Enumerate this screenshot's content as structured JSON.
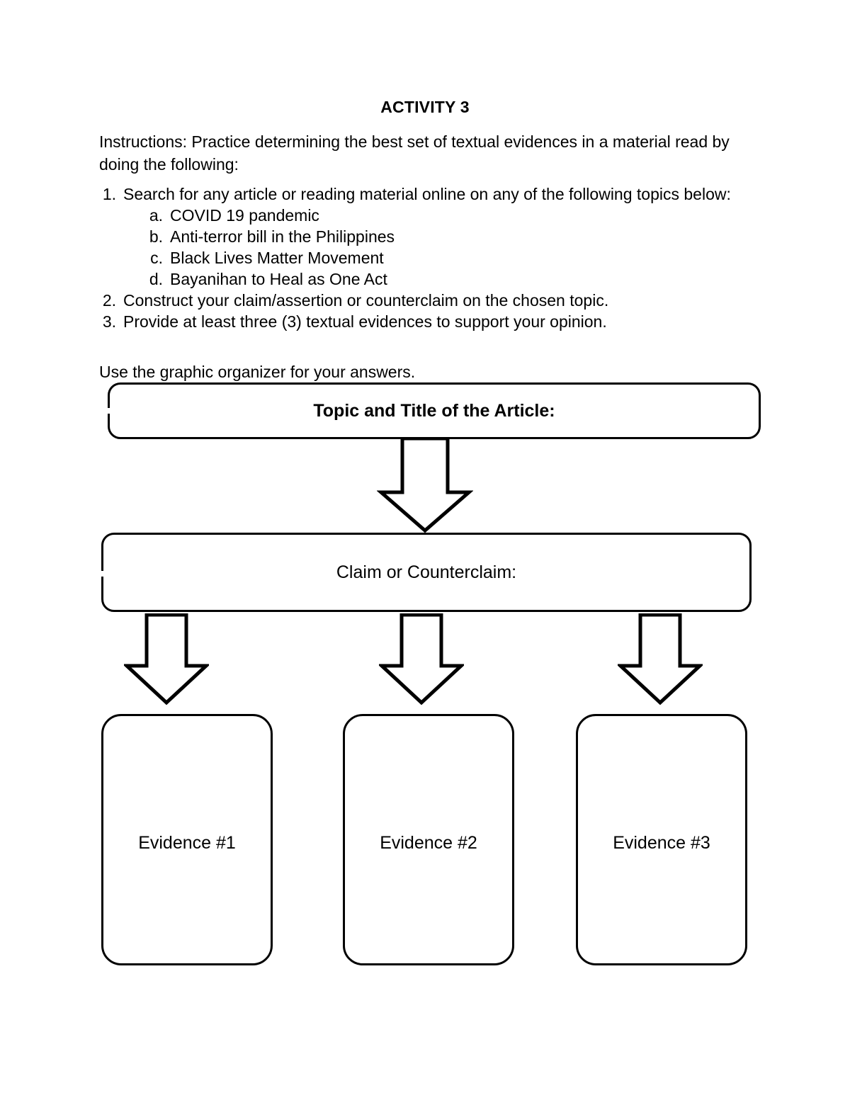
{
  "document": {
    "title": "ACTIVITY 3",
    "instructions": "Instructions: Practice determining the best set of textual evidences in a material read by doing the following:",
    "steps": [
      {
        "marker": "1.",
        "text": "Search for any article or reading material online on any of the following topics below:",
        "subitems": [
          {
            "marker": "a.",
            "text": "COVID 19 pandemic"
          },
          {
            "marker": "b.",
            "text": "Anti-terror bill in the Philippines"
          },
          {
            "marker": "c.",
            "text": "Black Lives Matter Movement"
          },
          {
            "marker": "d.",
            "text": "Bayanihan to Heal as One Act"
          }
        ]
      },
      {
        "marker": "2.",
        "text": "Construct your claim/assertion or counterclaim on the chosen topic.",
        "subitems": []
      },
      {
        "marker": "3.",
        "text": "Provide at least three (3) textual evidences to support your opinion.",
        "subitems": []
      }
    ],
    "use_organizer_line": "Use the graphic organizer for your answers."
  },
  "organizer": {
    "topic_box": {
      "label": "Topic and Title of the Article:"
    },
    "claim_box": {
      "label": "Claim or Counterclaim:"
    },
    "evidence_boxes": [
      {
        "label": "Evidence #1"
      },
      {
        "label": "Evidence #2"
      },
      {
        "label": "Evidence #3"
      }
    ],
    "arrows": [
      {
        "name": "topic-to-claim",
        "direction": "down"
      },
      {
        "name": "claim-to-evidence-1",
        "direction": "down"
      },
      {
        "name": "claim-to-evidence-2",
        "direction": "down"
      },
      {
        "name": "claim-to-evidence-3",
        "direction": "down"
      }
    ]
  },
  "style": {
    "ink_color": "#000000",
    "page_color": "#ffffff"
  }
}
